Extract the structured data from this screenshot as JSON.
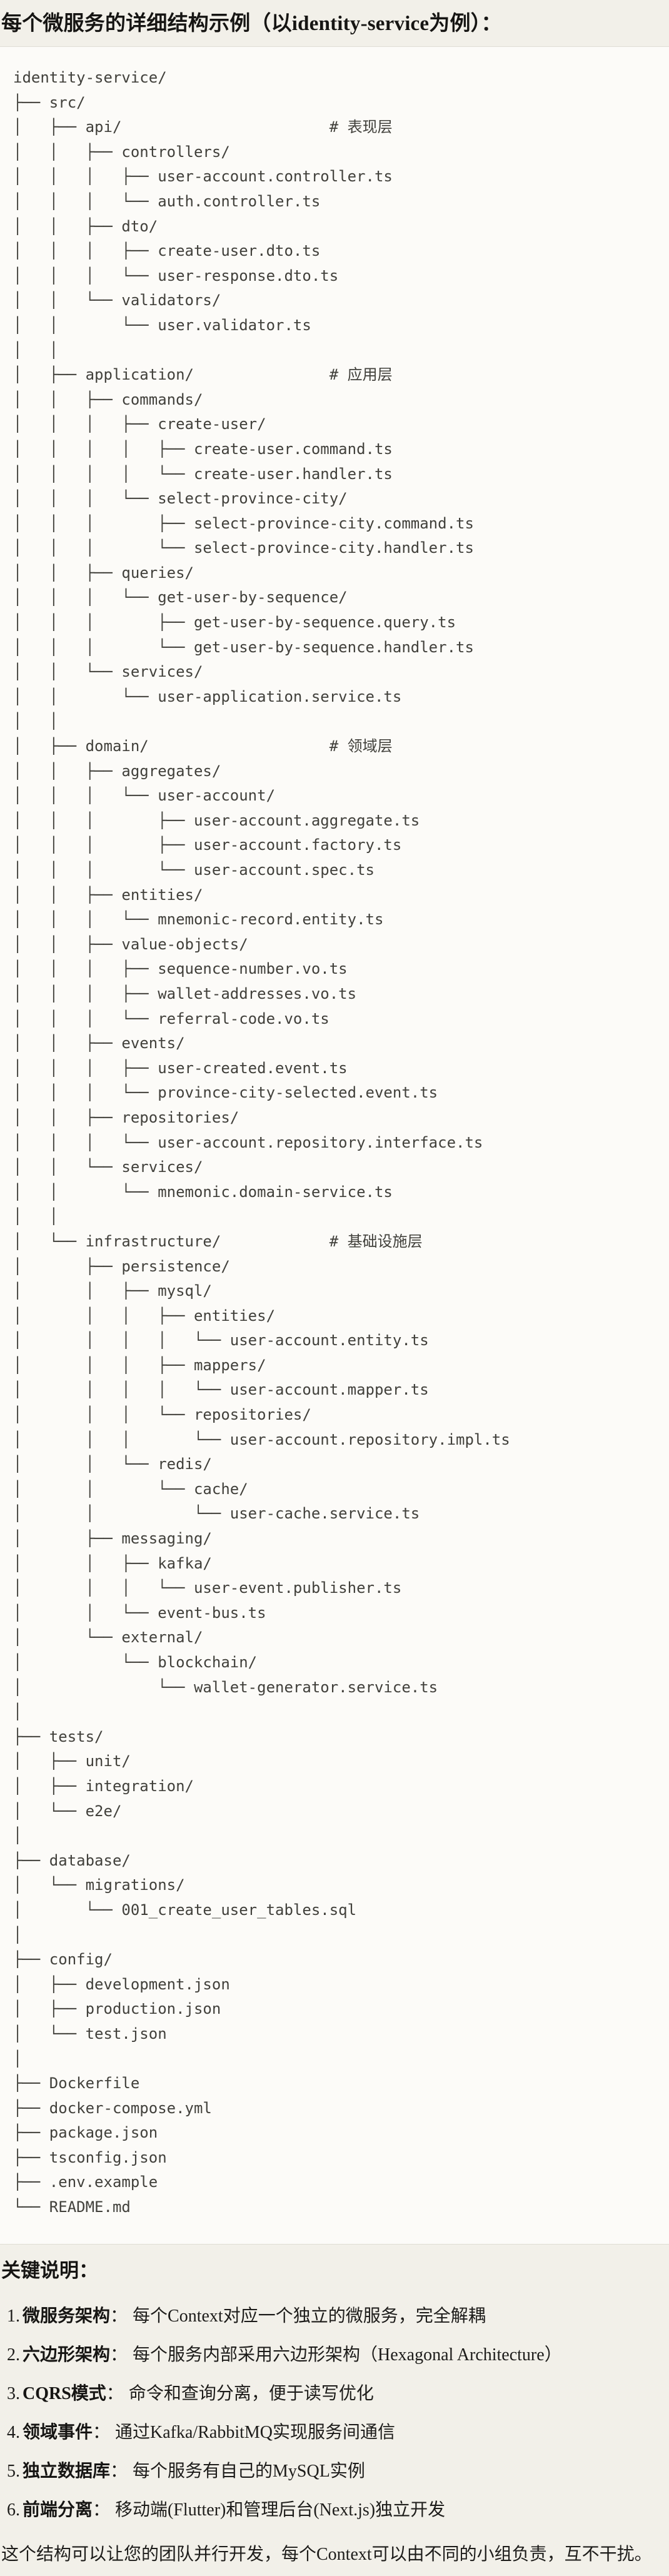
{
  "title": "每个微服务的详细结构示例（以identity-service为例）：",
  "tree": {
    "lines": [
      "identity-service/",
      "├── src/",
      "│   ├── api/                       # 表现层",
      "│   │   ├── controllers/",
      "│   │   │   ├── user-account.controller.ts",
      "│   │   │   └── auth.controller.ts",
      "│   │   ├── dto/",
      "│   │   │   ├── create-user.dto.ts",
      "│   │   │   └── user-response.dto.ts",
      "│   │   └── validators/",
      "│   │       └── user.validator.ts",
      "│   │",
      "│   ├── application/               # 应用层",
      "│   │   ├── commands/",
      "│   │   │   ├── create-user/",
      "│   │   │   │   ├── create-user.command.ts",
      "│   │   │   │   └── create-user.handler.ts",
      "│   │   │   └── select-province-city/",
      "│   │   │       ├── select-province-city.command.ts",
      "│   │   │       └── select-province-city.handler.ts",
      "│   │   ├── queries/",
      "│   │   │   └── get-user-by-sequence/",
      "│   │   │       ├── get-user-by-sequence.query.ts",
      "│   │   │       └── get-user-by-sequence.handler.ts",
      "│   │   └── services/",
      "│   │       └── user-application.service.ts",
      "│   │",
      "│   ├── domain/                    # 领域层",
      "│   │   ├── aggregates/",
      "│   │   │   └── user-account/",
      "│   │   │       ├── user-account.aggregate.ts",
      "│   │   │       ├── user-account.factory.ts",
      "│   │   │       └── user-account.spec.ts",
      "│   │   ├── entities/",
      "│   │   │   └── mnemonic-record.entity.ts",
      "│   │   ├── value-objects/",
      "│   │   │   ├── sequence-number.vo.ts",
      "│   │   │   ├── wallet-addresses.vo.ts",
      "│   │   │   └── referral-code.vo.ts",
      "│   │   ├── events/",
      "│   │   │   ├── user-created.event.ts",
      "│   │   │   └── province-city-selected.event.ts",
      "│   │   ├── repositories/",
      "│   │   │   └── user-account.repository.interface.ts",
      "│   │   └── services/",
      "│   │       └── mnemonic.domain-service.ts",
      "│   │",
      "│   └── infrastructure/            # 基础设施层",
      "│       ├── persistence/",
      "│       │   ├── mysql/",
      "│       │   │   ├── entities/",
      "│       │   │   │   └── user-account.entity.ts",
      "│       │   │   ├── mappers/",
      "│       │   │   │   └── user-account.mapper.ts",
      "│       │   │   └── repositories/",
      "│       │   │       └── user-account.repository.impl.ts",
      "│       │   └── redis/",
      "│       │       └── cache/",
      "│       │           └── user-cache.service.ts",
      "│       ├── messaging/",
      "│       │   ├── kafka/",
      "│       │   │   └── user-event.publisher.ts",
      "│       │   └── event-bus.ts",
      "│       └── external/",
      "│           └── blockchain/",
      "│               └── wallet-generator.service.ts",
      "│",
      "├── tests/",
      "│   ├── unit/",
      "│   ├── integration/",
      "│   └── e2e/",
      "│",
      "├── database/",
      "│   └── migrations/",
      "│       └── 001_create_user_tables.sql",
      "│",
      "├── config/",
      "│   ├── development.json",
      "│   ├── production.json",
      "│   └── test.json",
      "│",
      "├── Dockerfile",
      "├── docker-compose.yml",
      "├── package.json",
      "├── tsconfig.json",
      "├── .env.example",
      "└── README.md"
    ]
  },
  "notes": {
    "heading": "关键说明：",
    "separator": "：",
    "items": [
      {
        "num": "1.",
        "label": "微服务架构",
        "text": "每个Context对应一个独立的微服务，完全解耦"
      },
      {
        "num": "2.",
        "label": "六边形架构",
        "text": "每个服务内部采用六边形架构（Hexagonal Architecture）"
      },
      {
        "num": "3.",
        "label": "CQRS模式",
        "text": "命令和查询分离，便于读写优化"
      },
      {
        "num": "4.",
        "label": "领域事件",
        "text": "通过Kafka/RabbitMQ实现服务间通信"
      },
      {
        "num": "5.",
        "label": "独立数据库",
        "text": "每个服务有自己的MySQL实例"
      },
      {
        "num": "6.",
        "label": "前端分离",
        "text": "移动端(Flutter)和管理后台(Next.js)独立开发"
      }
    ],
    "closing": "这个结构可以让您的团队并行开发，每个Context可以由不同的小组负责，互不干扰。"
  },
  "colors": {
    "page_background": "#F2F0E9",
    "code_background": "#FCFBF8",
    "code_border": "#E0DED5",
    "tree_text": "#41403B",
    "heading_text": "#161513"
  }
}
